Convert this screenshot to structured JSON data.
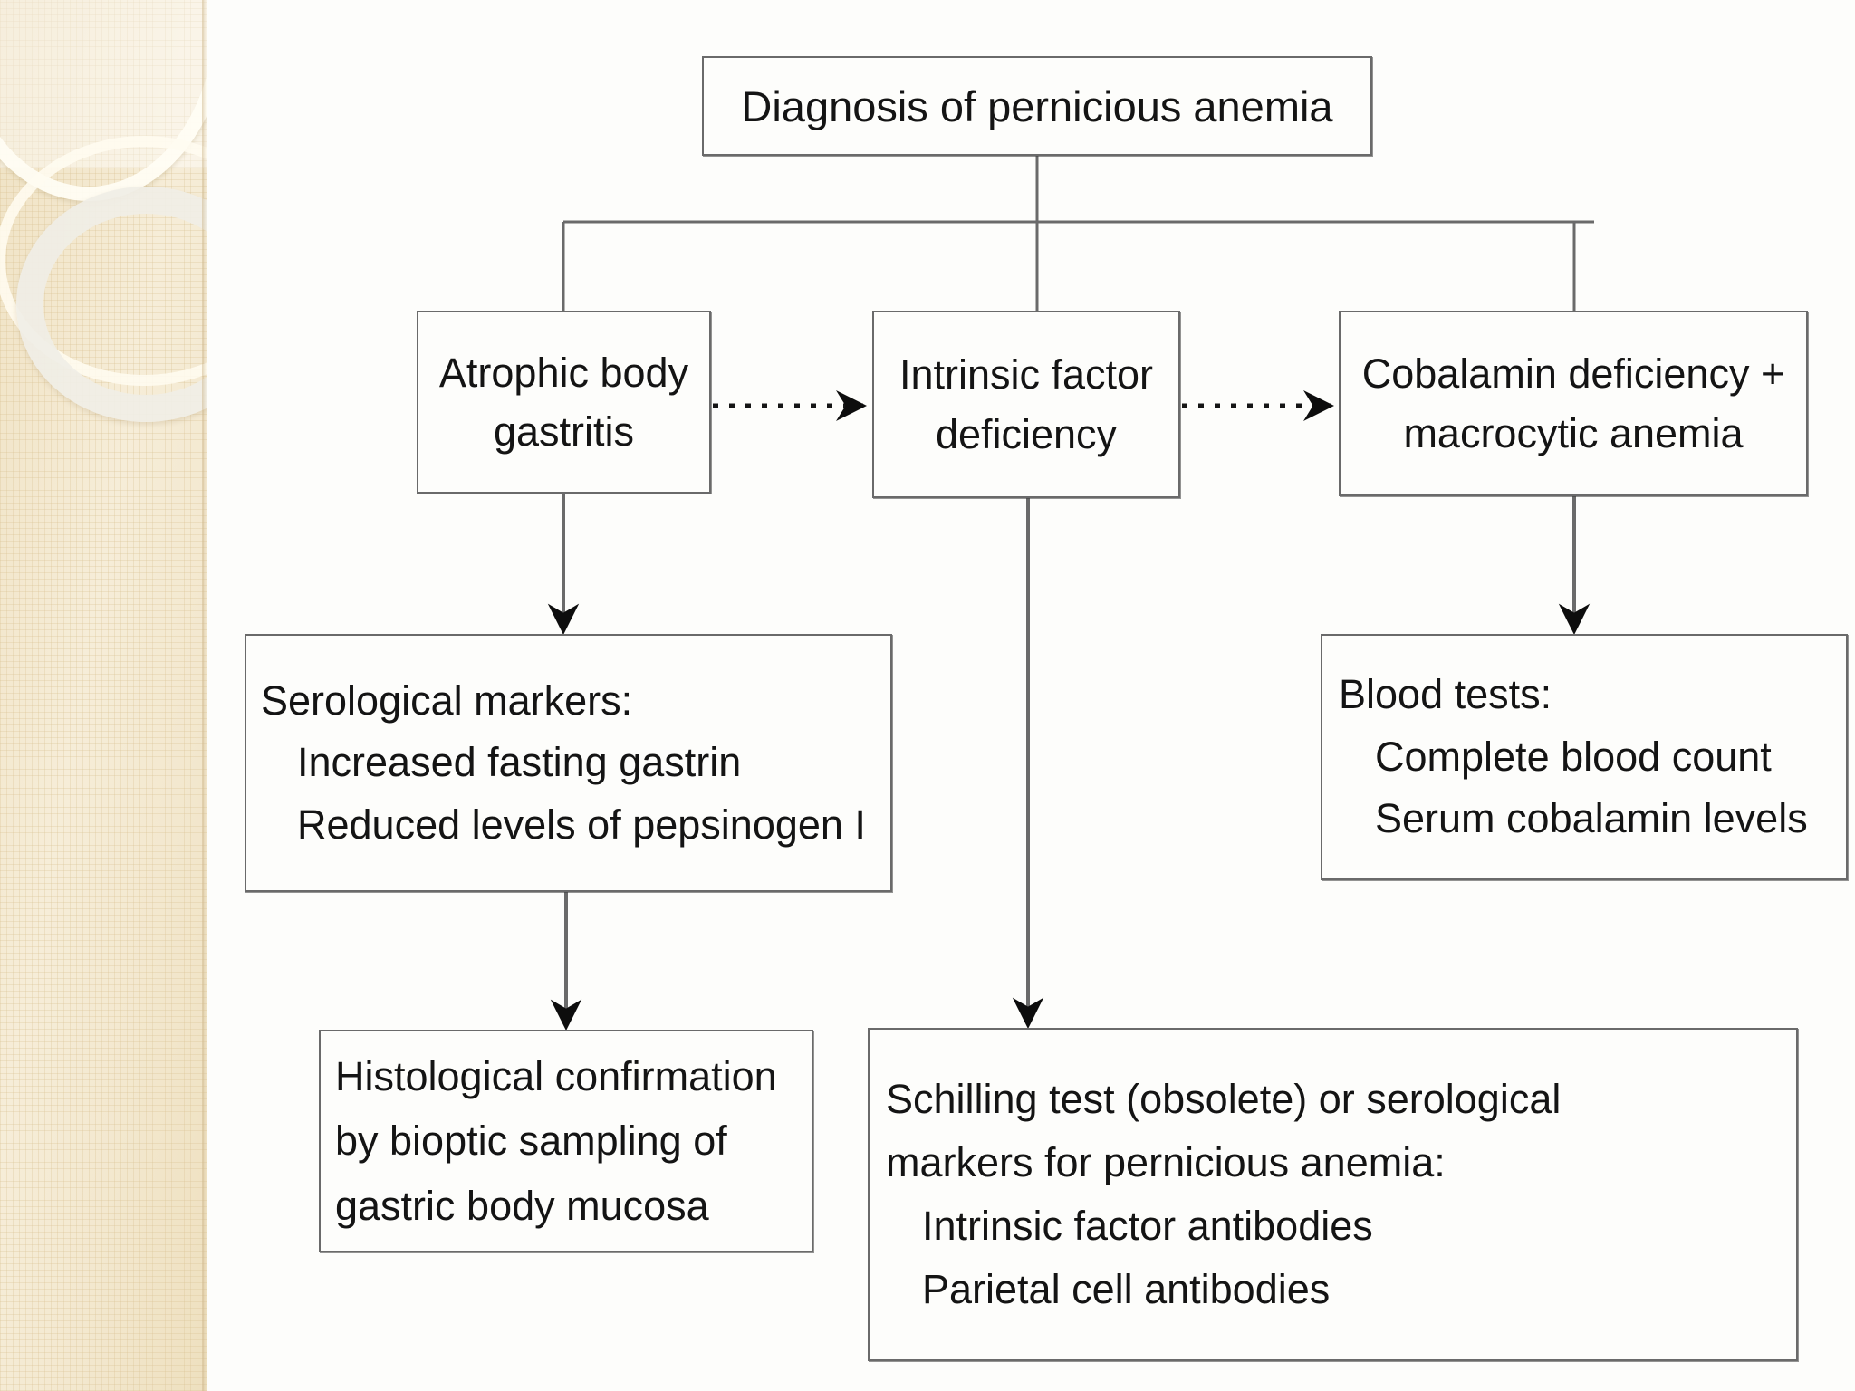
{
  "slide": {
    "background_color": "#fdfdfb",
    "sidebar": {
      "name": "decorative-ring-sidebar",
      "base_color": "#f2e6cb",
      "ring_color": "#fffdf4",
      "accent_color": "#efe2c4"
    }
  },
  "diagram": {
    "type": "flowchart",
    "title": "Diagnosis of pernicious anemia",
    "line_color": "#6a6a6a",
    "text_color": "#141414",
    "nodes": {
      "title": {
        "label": "Diagnosis of pernicious anemia"
      },
      "gastritis": {
        "line1": "Atrophic body",
        "line2": "gastritis"
      },
      "intrinsic": {
        "line1": "Intrinsic factor",
        "line2": "deficiency"
      },
      "cobalamin": {
        "line1": "Cobalamin deficiency +",
        "line2": "macrocytic anemia"
      },
      "serology": {
        "heading": "Serological markers:",
        "item1": "Increased fasting gastrin",
        "item2": "Reduced levels of pepsinogen I"
      },
      "bloodtest": {
        "heading": "Blood tests:",
        "item1": "Complete blood count",
        "item2": "Serum cobalamin levels"
      },
      "histology": {
        "line1": "Histological confirmation",
        "line2": "by bioptic sampling of",
        "line3": "gastric body mucosa"
      },
      "schilling": {
        "line1": "Schilling test (obsolete) or serological",
        "line2": "markers for pernicious anemia:",
        "item1": "Intrinsic factor antibodies",
        "item2": "Parietal cell antibodies"
      }
    },
    "edges": [
      {
        "from": "title",
        "to": "branch-bar",
        "style": "solid",
        "arrow": "none"
      },
      {
        "from": "branch-bar",
        "to": "gastritis",
        "style": "solid",
        "arrow": "none"
      },
      {
        "from": "branch-bar",
        "to": "intrinsic",
        "style": "solid",
        "arrow": "none"
      },
      {
        "from": "branch-bar",
        "to": "cobalamin",
        "style": "solid",
        "arrow": "none"
      },
      {
        "from": "gastritis",
        "to": "intrinsic",
        "style": "dashed",
        "arrow": "triangle"
      },
      {
        "from": "intrinsic",
        "to": "cobalamin",
        "style": "dashed",
        "arrow": "triangle"
      },
      {
        "from": "gastritis",
        "to": "serology",
        "style": "solid",
        "arrow": "triangle"
      },
      {
        "from": "cobalamin",
        "to": "bloodtest",
        "style": "solid",
        "arrow": "triangle"
      },
      {
        "from": "serology",
        "to": "histology",
        "style": "solid",
        "arrow": "triangle"
      },
      {
        "from": "intrinsic",
        "to": "schilling",
        "style": "solid",
        "arrow": "triangle"
      }
    ]
  }
}
